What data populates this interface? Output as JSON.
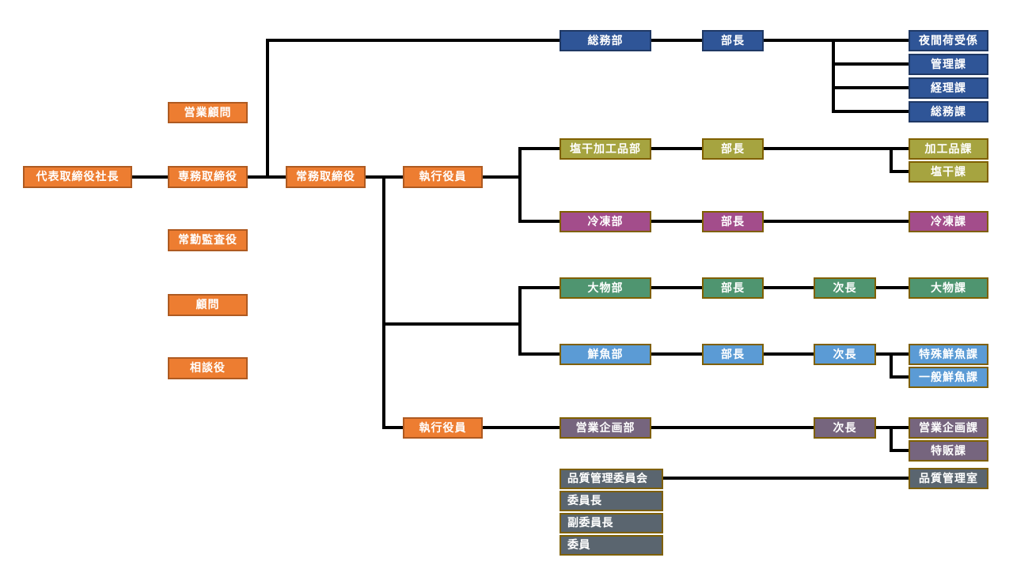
{
  "palette": {
    "executive_orange_fill": "#ED7D31",
    "executive_orange_border": "#AE5A21",
    "general_affairs_blue_fill": "#2F5597",
    "general_affairs_blue_border": "#1F3864",
    "salted_dried_olive_fill": "#A6A440",
    "frozen_magenta_fill": "#A34D8B",
    "large_items_green_fill": "#4F9570",
    "fresh_fish_lightblue_fill": "#5B9BD5",
    "sales_planning_purple_fill": "#76657E",
    "quality_slate_fill": "#5A656F",
    "dark_olive_border": "#7F6000",
    "connector_color": "#000000",
    "text_color": "#FFFFFF"
  },
  "nodes": {
    "president": "代表取締役社長",
    "sales_advisor": "営業顧問",
    "senior_managing_director": "専務取締役",
    "standing_auditor": "常勤監査役",
    "advisor": "顧問",
    "counselor": "相談役",
    "managing_director": "常務取締役",
    "executive_officer_1": "執行役員",
    "executive_officer_2": "執行役員",
    "general_affairs_dept": "総務部",
    "general_affairs_manager": "部長",
    "night_receiving_section": "夜間荷受係",
    "admin_section": "管理課",
    "accounting_section": "経理課",
    "general_affairs_section": "総務課",
    "salted_dried_dept": "塩干加工品部",
    "salted_dried_manager": "部長",
    "processed_goods_section": "加工品課",
    "salted_dried_section": "塩干課",
    "frozen_dept": "冷凍部",
    "frozen_manager": "部長",
    "frozen_section": "冷凍課",
    "large_items_dept": "大物部",
    "large_items_manager": "部長",
    "large_items_deputy": "次長",
    "large_items_section": "大物課",
    "fresh_fish_dept": "鮮魚部",
    "fresh_fish_manager": "部長",
    "fresh_fish_deputy": "次長",
    "special_fresh_fish_section": "特殊鮮魚課",
    "general_fresh_fish_section": "一般鮮魚課",
    "sales_planning_dept": "営業企画部",
    "sales_planning_deputy": "次長",
    "sales_planning_section": "営業企画課",
    "special_sales_section": "特販課",
    "quality_committee": "品質管理委員会",
    "committee_chair": "委員長",
    "committee_vice_chair": "副委員長",
    "committee_members": "委員",
    "quality_office": "品質管理室"
  }
}
